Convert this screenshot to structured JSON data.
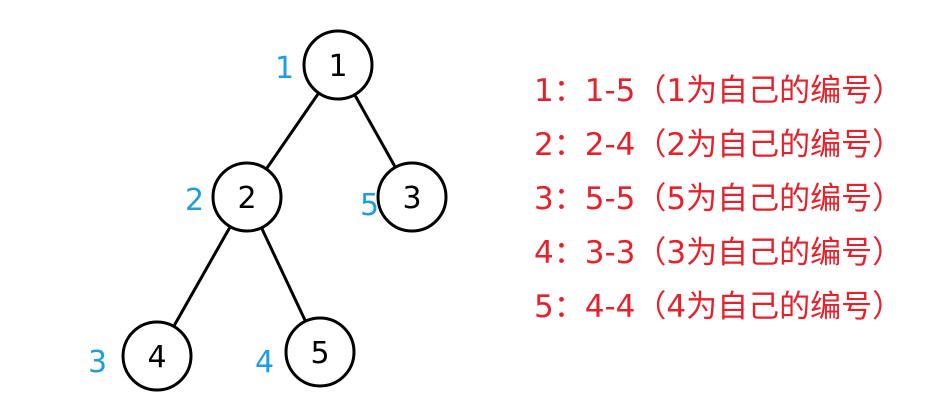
{
  "colors": {
    "edge": "#000000",
    "node_stroke": "#000000",
    "order_label": "#1a9fe0",
    "legend_text": "#e8202a"
  },
  "tree": {
    "nodes": [
      {
        "id": "1",
        "label": "1",
        "order": "1"
      },
      {
        "id": "2",
        "label": "2",
        "order": "2"
      },
      {
        "id": "3",
        "label": "3",
        "order": "5"
      },
      {
        "id": "4",
        "label": "4",
        "order": "3"
      },
      {
        "id": "5",
        "label": "5",
        "order": "4"
      }
    ],
    "edges": [
      {
        "from": "1",
        "to": "2"
      },
      {
        "from": "1",
        "to": "3"
      },
      {
        "from": "2",
        "to": "4"
      },
      {
        "from": "2",
        "to": "5"
      }
    ]
  },
  "legend": {
    "lines": [
      "1：1-5（1为自己的编号）",
      "2：2-4（2为自己的编号）",
      "3：5-5（5为自己的编号）",
      "4：3-3（3为自己的编号）",
      "5：4-4（4为自己的编号）"
    ]
  }
}
